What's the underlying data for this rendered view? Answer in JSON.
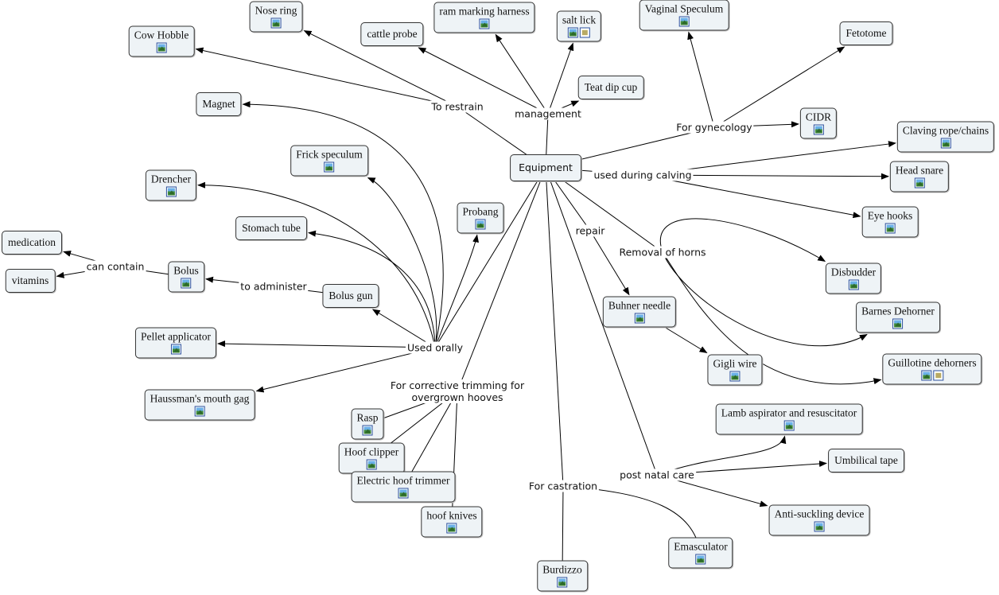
{
  "root": {
    "label": "Equipment"
  },
  "phrases": [
    {
      "id": "restrain",
      "label": "To restrain"
    },
    {
      "id": "management",
      "label": "management"
    },
    {
      "id": "gynecology",
      "label": "For gynecology"
    },
    {
      "id": "calving",
      "label": "used during calving"
    },
    {
      "id": "repair",
      "label": "repair"
    },
    {
      "id": "horns",
      "label": "Removal of horns"
    },
    {
      "id": "orally",
      "label": "Used orally"
    },
    {
      "id": "administer",
      "label": "to administer"
    },
    {
      "id": "contain",
      "label": "can contain"
    },
    {
      "id": "hooves",
      "label": "For corrective trimming for\novergrown hooves"
    },
    {
      "id": "castration",
      "label": "For castration"
    },
    {
      "id": "postnatal",
      "label": "post natal care"
    }
  ],
  "concepts": [
    {
      "id": "nose-ring",
      "label": "Nose ring",
      "icons": [
        "image"
      ]
    },
    {
      "id": "cow-hobble",
      "label": "Cow Hobble",
      "icons": [
        "image"
      ]
    },
    {
      "id": "cattle-probe",
      "label": "cattle probe",
      "icons": []
    },
    {
      "id": "ram-harness",
      "label": "ram marking harness",
      "icons": [
        "image"
      ]
    },
    {
      "id": "salt-lick",
      "label": "salt lick",
      "icons": [
        "image",
        "document"
      ]
    },
    {
      "id": "teat-dip",
      "label": "Teat dip cup",
      "icons": []
    },
    {
      "id": "vaginal-speculum",
      "label": "Vaginal Speculum",
      "icons": [
        "image"
      ]
    },
    {
      "id": "fetotome",
      "label": "Fetotome",
      "icons": []
    },
    {
      "id": "cidr",
      "label": "CIDR",
      "icons": [
        "image"
      ]
    },
    {
      "id": "claving-rope",
      "label": "Claving rope/chains",
      "icons": [
        "image"
      ]
    },
    {
      "id": "head-snare",
      "label": "Head snare",
      "icons": [
        "image"
      ]
    },
    {
      "id": "eye-hooks",
      "label": "Eye hooks",
      "icons": [
        "image"
      ]
    },
    {
      "id": "magnet",
      "label": "Magnet",
      "icons": []
    },
    {
      "id": "frick-speculum",
      "label": "Frick speculum",
      "icons": [
        "image"
      ]
    },
    {
      "id": "drencher",
      "label": "Drencher",
      "icons": [
        "image"
      ]
    },
    {
      "id": "stomach-tube",
      "label": "Stomach tube",
      "icons": []
    },
    {
      "id": "probang",
      "label": "Probang",
      "icons": [
        "image"
      ]
    },
    {
      "id": "medication",
      "label": "medication",
      "icons": []
    },
    {
      "id": "vitamins",
      "label": "vitamins",
      "icons": []
    },
    {
      "id": "bolus",
      "label": "Bolus",
      "icons": [
        "image"
      ]
    },
    {
      "id": "bolus-gun",
      "label": "Bolus gun",
      "icons": []
    },
    {
      "id": "pellet-applicator",
      "label": "Pellet applicator",
      "icons": [
        "image"
      ]
    },
    {
      "id": "haussman-gag",
      "label": "Haussman's mouth gag",
      "icons": [
        "image"
      ]
    },
    {
      "id": "buhner-needle",
      "label": "Buhner needle",
      "icons": [
        "image"
      ]
    },
    {
      "id": "gigli-wire",
      "label": "Gigli wire",
      "icons": [
        "image"
      ]
    },
    {
      "id": "disbudder",
      "label": "Disbudder",
      "icons": [
        "image"
      ]
    },
    {
      "id": "barnes-dehorner",
      "label": "Barnes Dehorner",
      "icons": [
        "image"
      ]
    },
    {
      "id": "guillotine",
      "label": "Guillotine dehorners",
      "icons": [
        "image",
        "document"
      ]
    },
    {
      "id": "lamb-aspirator",
      "label": "Lamb aspirator and resuscitator",
      "icons": [
        "image"
      ]
    },
    {
      "id": "umbilical-tape",
      "label": "Umbilical tape",
      "icons": []
    },
    {
      "id": "anti-suckling",
      "label": "Anti-suckling device",
      "icons": [
        "image"
      ]
    },
    {
      "id": "rasp",
      "label": "Rasp",
      "icons": [
        "image"
      ]
    },
    {
      "id": "hoof-clipper",
      "label": "Hoof clipper",
      "icons": [
        "image"
      ]
    },
    {
      "id": "electric-trimmer",
      "label": "Electric hoof trimmer",
      "icons": [
        "image"
      ]
    },
    {
      "id": "hoof-knives",
      "label": "hoof knives",
      "icons": [
        "image"
      ]
    },
    {
      "id": "emasculator",
      "label": "Emasculator",
      "icons": [
        "image"
      ]
    },
    {
      "id": "burdizzo",
      "label": "Burdizzo",
      "icons": [
        "image"
      ]
    }
  ],
  "links": [
    {
      "from": "root",
      "to": "restrain",
      "arrow": false
    },
    {
      "from": "restrain",
      "to": "nose-ring",
      "arrow": true
    },
    {
      "from": "restrain",
      "to": "cow-hobble",
      "arrow": true
    },
    {
      "from": "root",
      "to": "management",
      "arrow": false
    },
    {
      "from": "management",
      "to": "cattle-probe",
      "arrow": true
    },
    {
      "from": "management",
      "to": "ram-harness",
      "arrow": true
    },
    {
      "from": "management",
      "to": "salt-lick",
      "arrow": true
    },
    {
      "from": "management",
      "to": "teat-dip",
      "arrow": true
    },
    {
      "from": "root",
      "to": "gynecology",
      "arrow": false
    },
    {
      "from": "gynecology",
      "to": "vaginal-speculum",
      "arrow": true
    },
    {
      "from": "gynecology",
      "to": "fetotome",
      "arrow": true
    },
    {
      "from": "gynecology",
      "to": "cidr",
      "arrow": true
    },
    {
      "from": "root",
      "to": "calving",
      "arrow": false
    },
    {
      "from": "calving",
      "to": "claving-rope",
      "arrow": true
    },
    {
      "from": "calving",
      "to": "head-snare",
      "arrow": true
    },
    {
      "from": "calving",
      "to": "eye-hooks",
      "arrow": true
    },
    {
      "from": "root",
      "to": "repair",
      "arrow": false
    },
    {
      "from": "repair",
      "to": "buhner-needle",
      "arrow": true
    },
    {
      "from": "buhner-needle",
      "to": "gigli-wire",
      "arrow": true
    },
    {
      "from": "root",
      "to": "horns",
      "arrow": false
    },
    {
      "from": "horns",
      "to": "disbudder",
      "arrow": true
    },
    {
      "from": "horns",
      "to": "barnes-dehorner",
      "arrow": true
    },
    {
      "from": "horns",
      "to": "guillotine",
      "arrow": true
    },
    {
      "from": "root",
      "to": "orally",
      "arrow": false
    },
    {
      "from": "orally",
      "to": "magnet",
      "arrow": true
    },
    {
      "from": "orally",
      "to": "frick-speculum",
      "arrow": true
    },
    {
      "from": "orally",
      "to": "drencher",
      "arrow": true
    },
    {
      "from": "orally",
      "to": "stomach-tube",
      "arrow": true
    },
    {
      "from": "orally",
      "to": "probang",
      "arrow": true
    },
    {
      "from": "orally",
      "to": "bolus-gun",
      "arrow": true
    },
    {
      "from": "orally",
      "to": "pellet-applicator",
      "arrow": true
    },
    {
      "from": "orally",
      "to": "haussman-gag",
      "arrow": true
    },
    {
      "from": "bolus-gun",
      "to": "administer",
      "arrow": false
    },
    {
      "from": "administer",
      "to": "bolus",
      "arrow": true
    },
    {
      "from": "bolus",
      "to": "contain",
      "arrow": false
    },
    {
      "from": "contain",
      "to": "medication",
      "arrow": true
    },
    {
      "from": "contain",
      "to": "vitamins",
      "arrow": true
    },
    {
      "from": "root",
      "to": "hooves",
      "arrow": false
    },
    {
      "from": "hooves",
      "to": "rasp",
      "arrow": false
    },
    {
      "from": "hooves",
      "to": "hoof-clipper",
      "arrow": false
    },
    {
      "from": "hooves",
      "to": "electric-trimmer",
      "arrow": false
    },
    {
      "from": "hooves",
      "to": "hoof-knives",
      "arrow": false
    },
    {
      "from": "root",
      "to": "castration",
      "arrow": false
    },
    {
      "from": "castration",
      "to": "burdizzo",
      "arrow": false
    },
    {
      "from": "castration",
      "to": "emasculator",
      "arrow": false
    },
    {
      "from": "root",
      "to": "postnatal",
      "arrow": false
    },
    {
      "from": "postnatal",
      "to": "lamb-aspirator",
      "arrow": true
    },
    {
      "from": "postnatal",
      "to": "umbilical-tape",
      "arrow": true
    },
    {
      "from": "postnatal",
      "to": "anti-suckling",
      "arrow": true
    }
  ]
}
